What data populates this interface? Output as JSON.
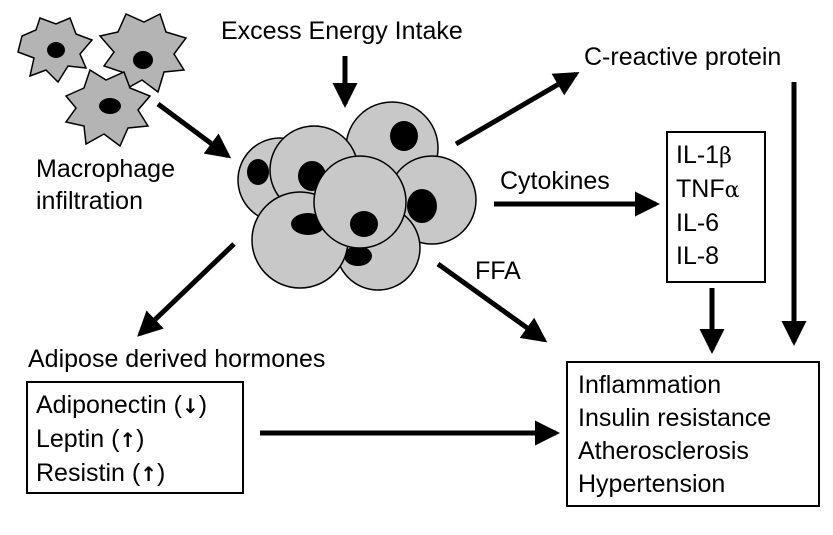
{
  "labels": {
    "excess_energy": "Excess Energy Intake",
    "crp": "C-reactive protein",
    "macrophage_line1": "Macrophage",
    "macrophage_line2": "infiltration",
    "cytokines": "Cytokines",
    "ffa": "FFA",
    "adipose_hormones": "Adipose derived hormones"
  },
  "cytokine_box": [
    {
      "text": "IL-1",
      "symbol": "β"
    },
    {
      "text": "TNF",
      "symbol": "α"
    },
    {
      "text": "IL-6",
      "symbol": ""
    },
    {
      "text": "IL-8",
      "symbol": ""
    }
  ],
  "hormone_box": [
    {
      "name": "Adiponectin",
      "open": " (",
      "arrow": "↓",
      "close": ")"
    },
    {
      "name": "Leptin",
      "open": " (",
      "arrow": "↑",
      "close": ")"
    },
    {
      "name": "Resistin",
      "open": " (",
      "arrow": "↑",
      "close": ")"
    }
  ],
  "outcomes_box": [
    "Inflammation",
    "Insulin resistance",
    "Atherosclerosis",
    "Hypertension"
  ],
  "colors": {
    "cell_fill": "#c8c8c8",
    "macrophage_fill": "#b4b4b4",
    "nucleus": "#000000",
    "stroke": "#000000"
  }
}
